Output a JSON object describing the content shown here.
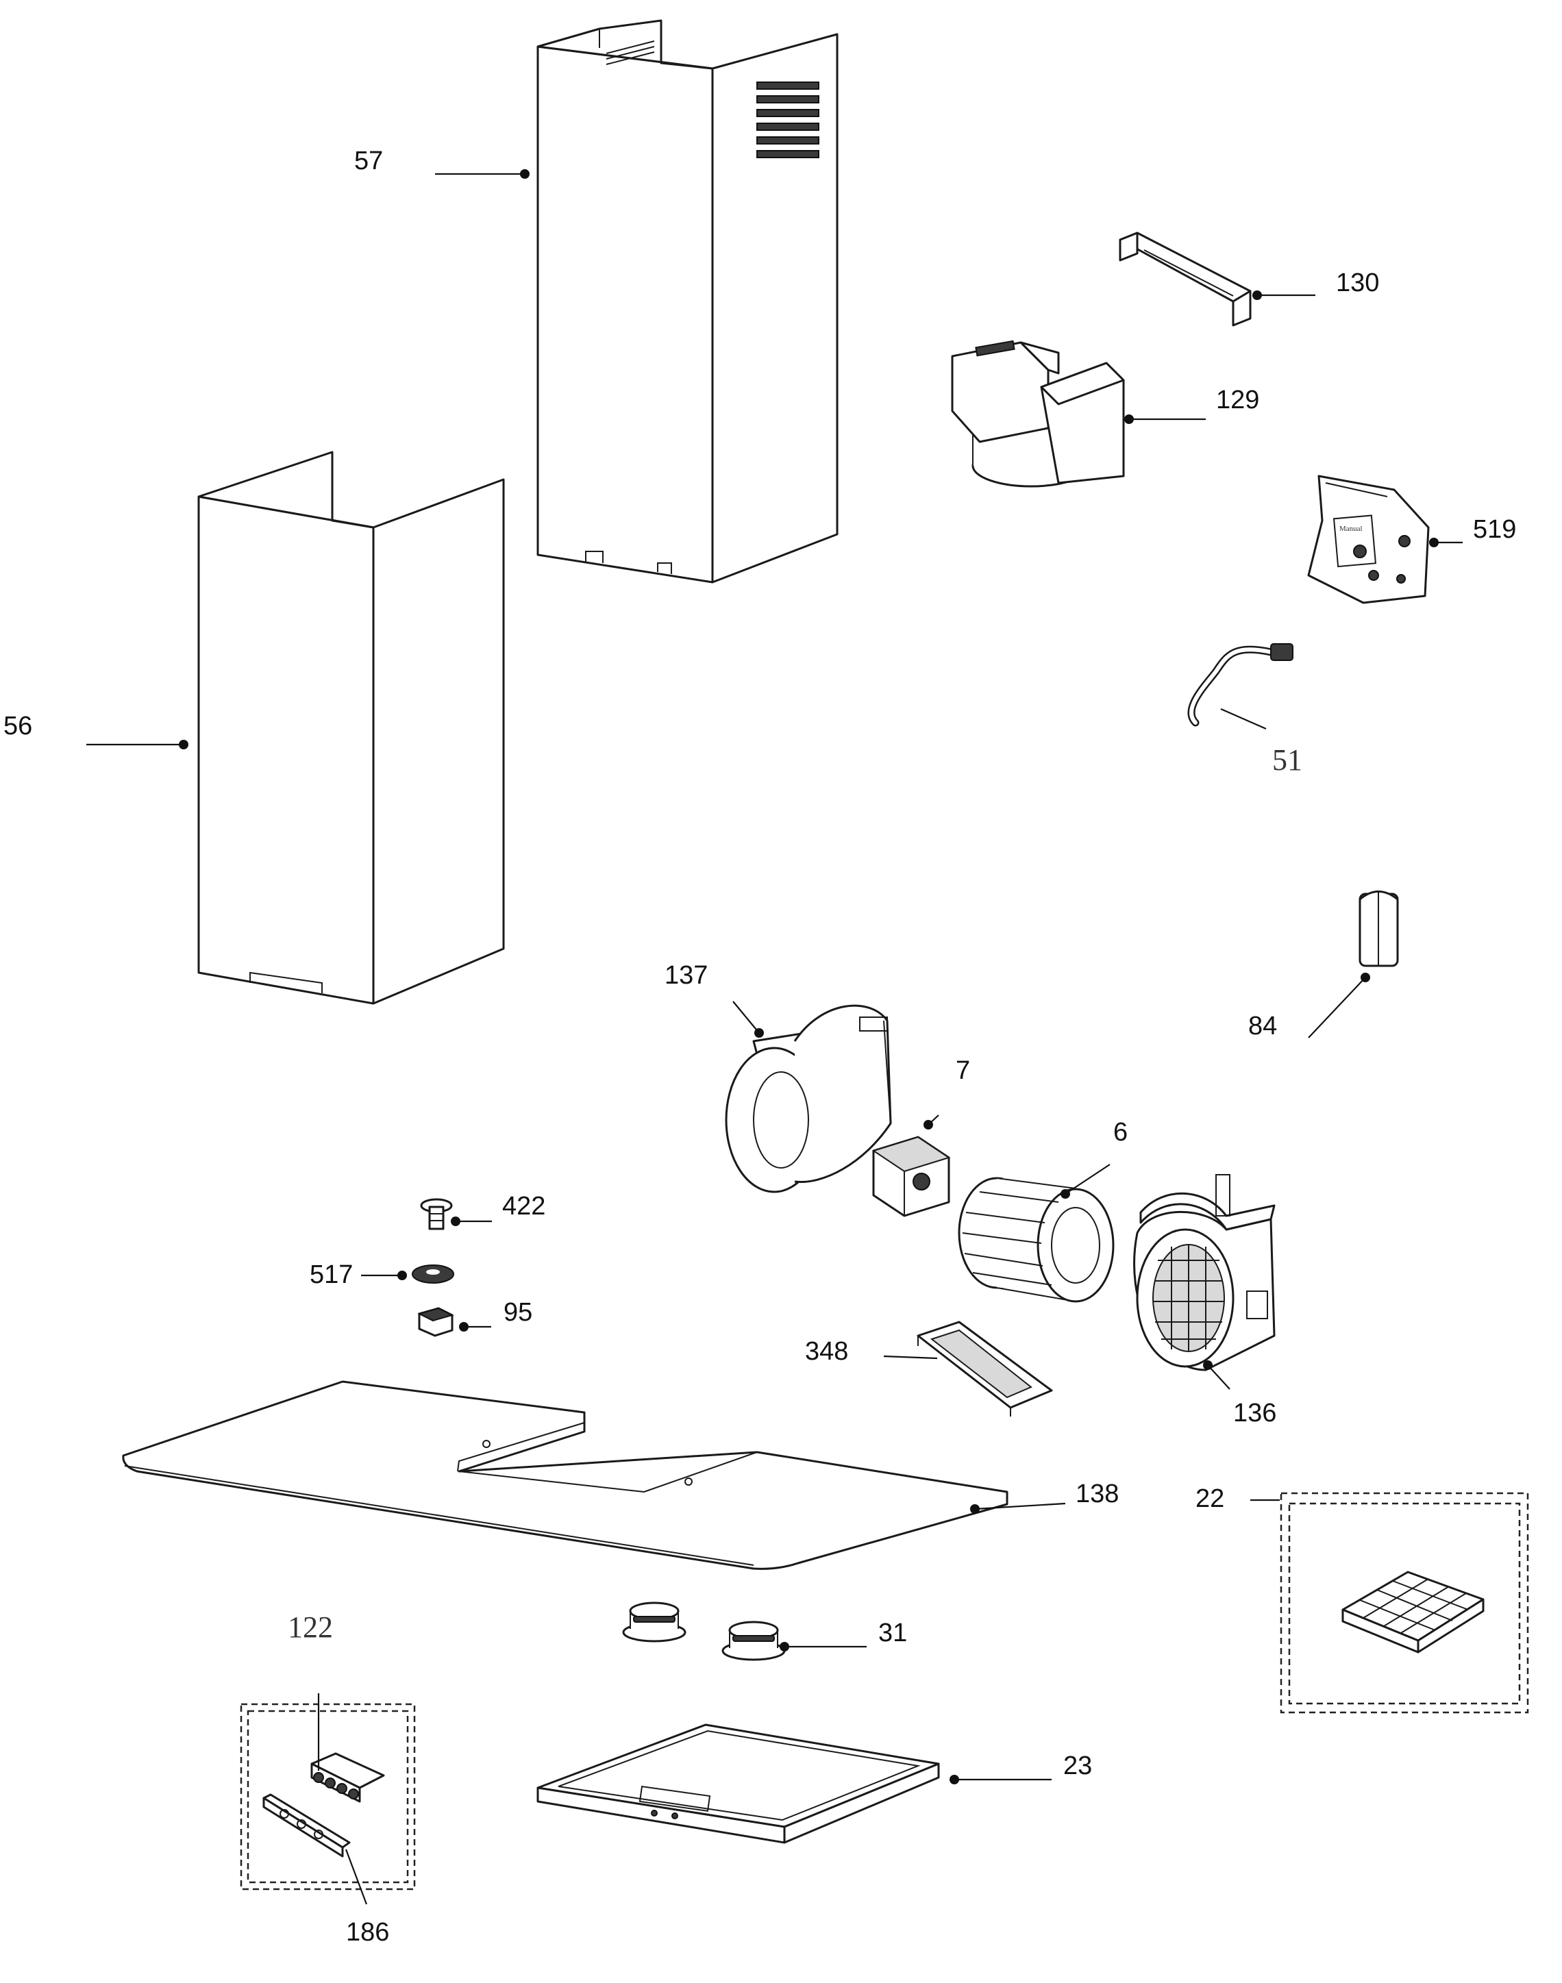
{
  "diagram": {
    "labels": {
      "p57": "57",
      "p56": "56",
      "p130": "130",
      "p129": "129",
      "p519": "519",
      "p51": "51",
      "p84": "84",
      "p137": "137",
      "p7": "7",
      "p6": "6",
      "p422": "422",
      "p517": "517",
      "p95": "95",
      "p348": "348",
      "p136": "136",
      "p138": "138",
      "p22": "22",
      "p122": "122",
      "p31": "31",
      "p23": "23",
      "p186": "186"
    },
    "manual_text": "Manual"
  }
}
